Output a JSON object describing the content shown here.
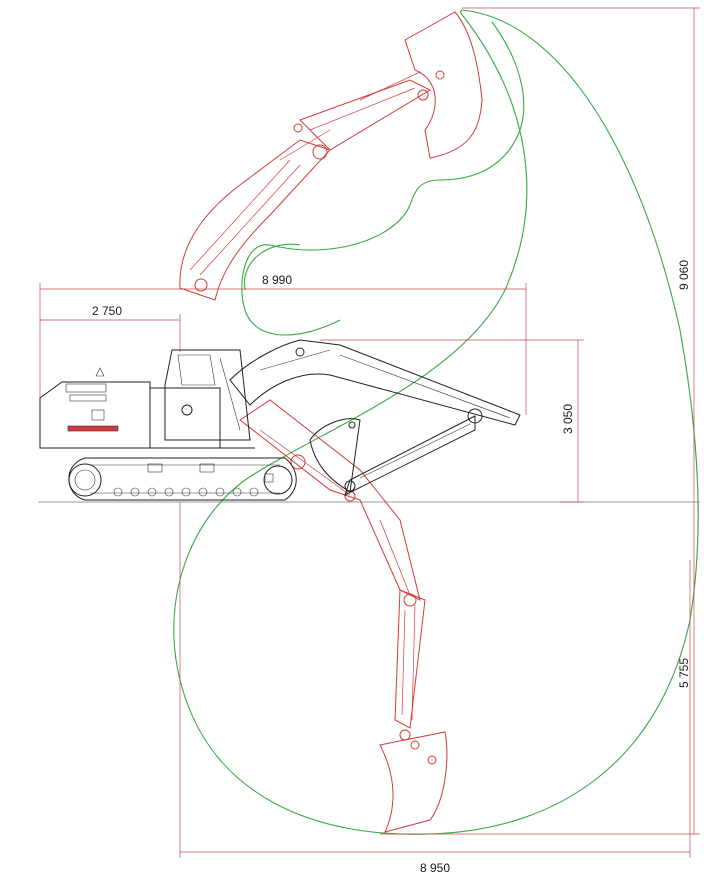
{
  "dimensions": {
    "overall_reach_top": "8 990",
    "tail_swing": "2 750",
    "transport_height": "3 050",
    "max_height": "9 060",
    "max_depth": "5 755",
    "max_reach_ground": "8 950"
  },
  "colors": {
    "working_range": "#3aa845",
    "arm_positions": "#d33a3a",
    "machine": "#222222",
    "dimension_lines": "#c44a4a"
  }
}
